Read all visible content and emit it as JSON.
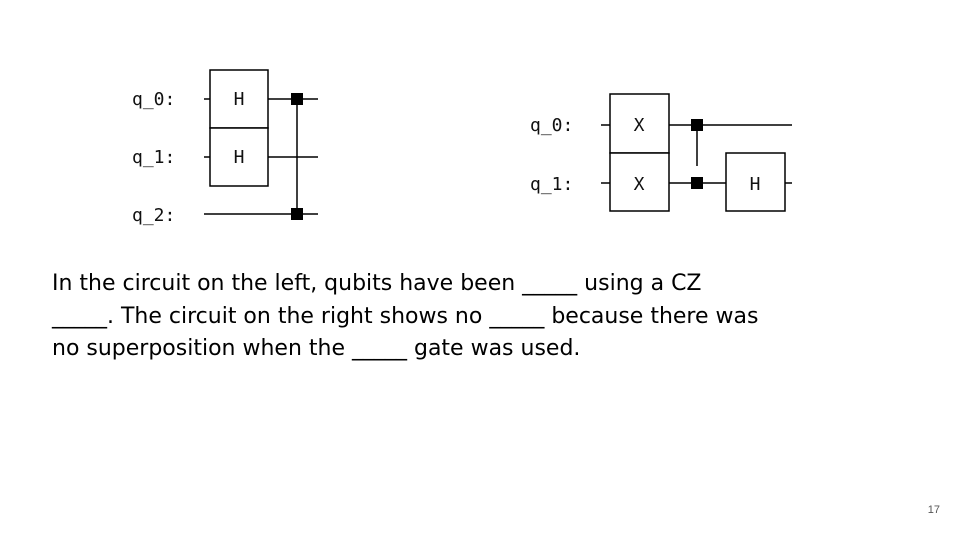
{
  "left_circuit": {
    "qubit_labels": [
      "q_0:",
      "q_1:",
      "q_2:"
    ],
    "gates": [
      "H",
      "H"
    ]
  },
  "right_circuit": {
    "qubit_labels": [
      "q_0:",
      "q_1:"
    ],
    "gates": [
      "X",
      "X",
      "H"
    ]
  },
  "paragraph": {
    "lines": [
      "In the circuit on the left, qubits have been _____ using a CZ",
      "_____. The circuit on the right shows no _____ because there was",
      "no superposition when the _____ gate was used."
    ]
  },
  "slide_number": "17",
  "colors": {
    "ink": "#000000",
    "background": "#ffffff"
  }
}
